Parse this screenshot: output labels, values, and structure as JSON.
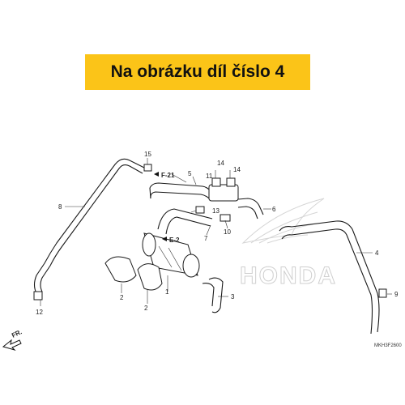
{
  "banner": {
    "text": "Na obrázku díl číslo 4"
  },
  "callouts": {
    "c1": "1",
    "c2a": "2",
    "c2b": "2",
    "c3": "3",
    "c4": "4",
    "c5": "5",
    "c6": "6",
    "c7": "7",
    "c8": "8",
    "c9": "9",
    "c10": "10",
    "c11": "11",
    "c12": "12",
    "c13": "13",
    "c14": "14",
    "c14b": "14",
    "c15": "15"
  },
  "refs": {
    "f21": "F-21",
    "e2": "E-2"
  },
  "direction_label": "FR.",
  "watermark": "HONDA",
  "diagram_code": "MKH3F2600",
  "colors": {
    "banner": "#fbc418",
    "line": "#1a1a1a",
    "watermark": "#d9d9d9"
  }
}
